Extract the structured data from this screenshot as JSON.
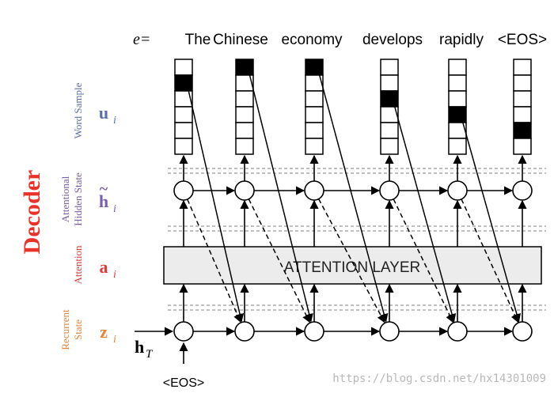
{
  "output_label": "e=",
  "output_words": [
    "The",
    "Chinese",
    "economy",
    "develops",
    "rapidly",
    "<EOS>"
  ],
  "decoder_title": "Decoder",
  "rows": {
    "word_sample": {
      "label_lines": [
        "Word Sample"
      ],
      "symbol": "u",
      "subscript": "i",
      "color": "#5b6fa6"
    },
    "hidden_state": {
      "label_lines": [
        "Attentional",
        "Hidden State"
      ],
      "symbol": "h",
      "subscript": "i",
      "color": "#7b5ea7"
    },
    "attention": {
      "label_lines": [
        "Attention"
      ],
      "symbol": "a",
      "subscript": "i",
      "color": "#e03b3b"
    },
    "recurrent": {
      "label_lines": [
        "Recurrent",
        "State"
      ],
      "symbol": "z",
      "subscript": "i",
      "color": "#e8843a"
    }
  },
  "attention_layer_label": "ATTENTION LAYER",
  "h_T": {
    "symbol": "h",
    "subscript": "T"
  },
  "start_token": "<EOS>",
  "watermark": "https://blog.csdn.net/hx14301009",
  "sample_active_cells": [
    1,
    0,
    0,
    2,
    3,
    4
  ],
  "colors": {
    "decoder_red": "#e8322a",
    "ink": "#000000",
    "dash": "#9a9a9a",
    "layer_fill": "#ececec"
  }
}
